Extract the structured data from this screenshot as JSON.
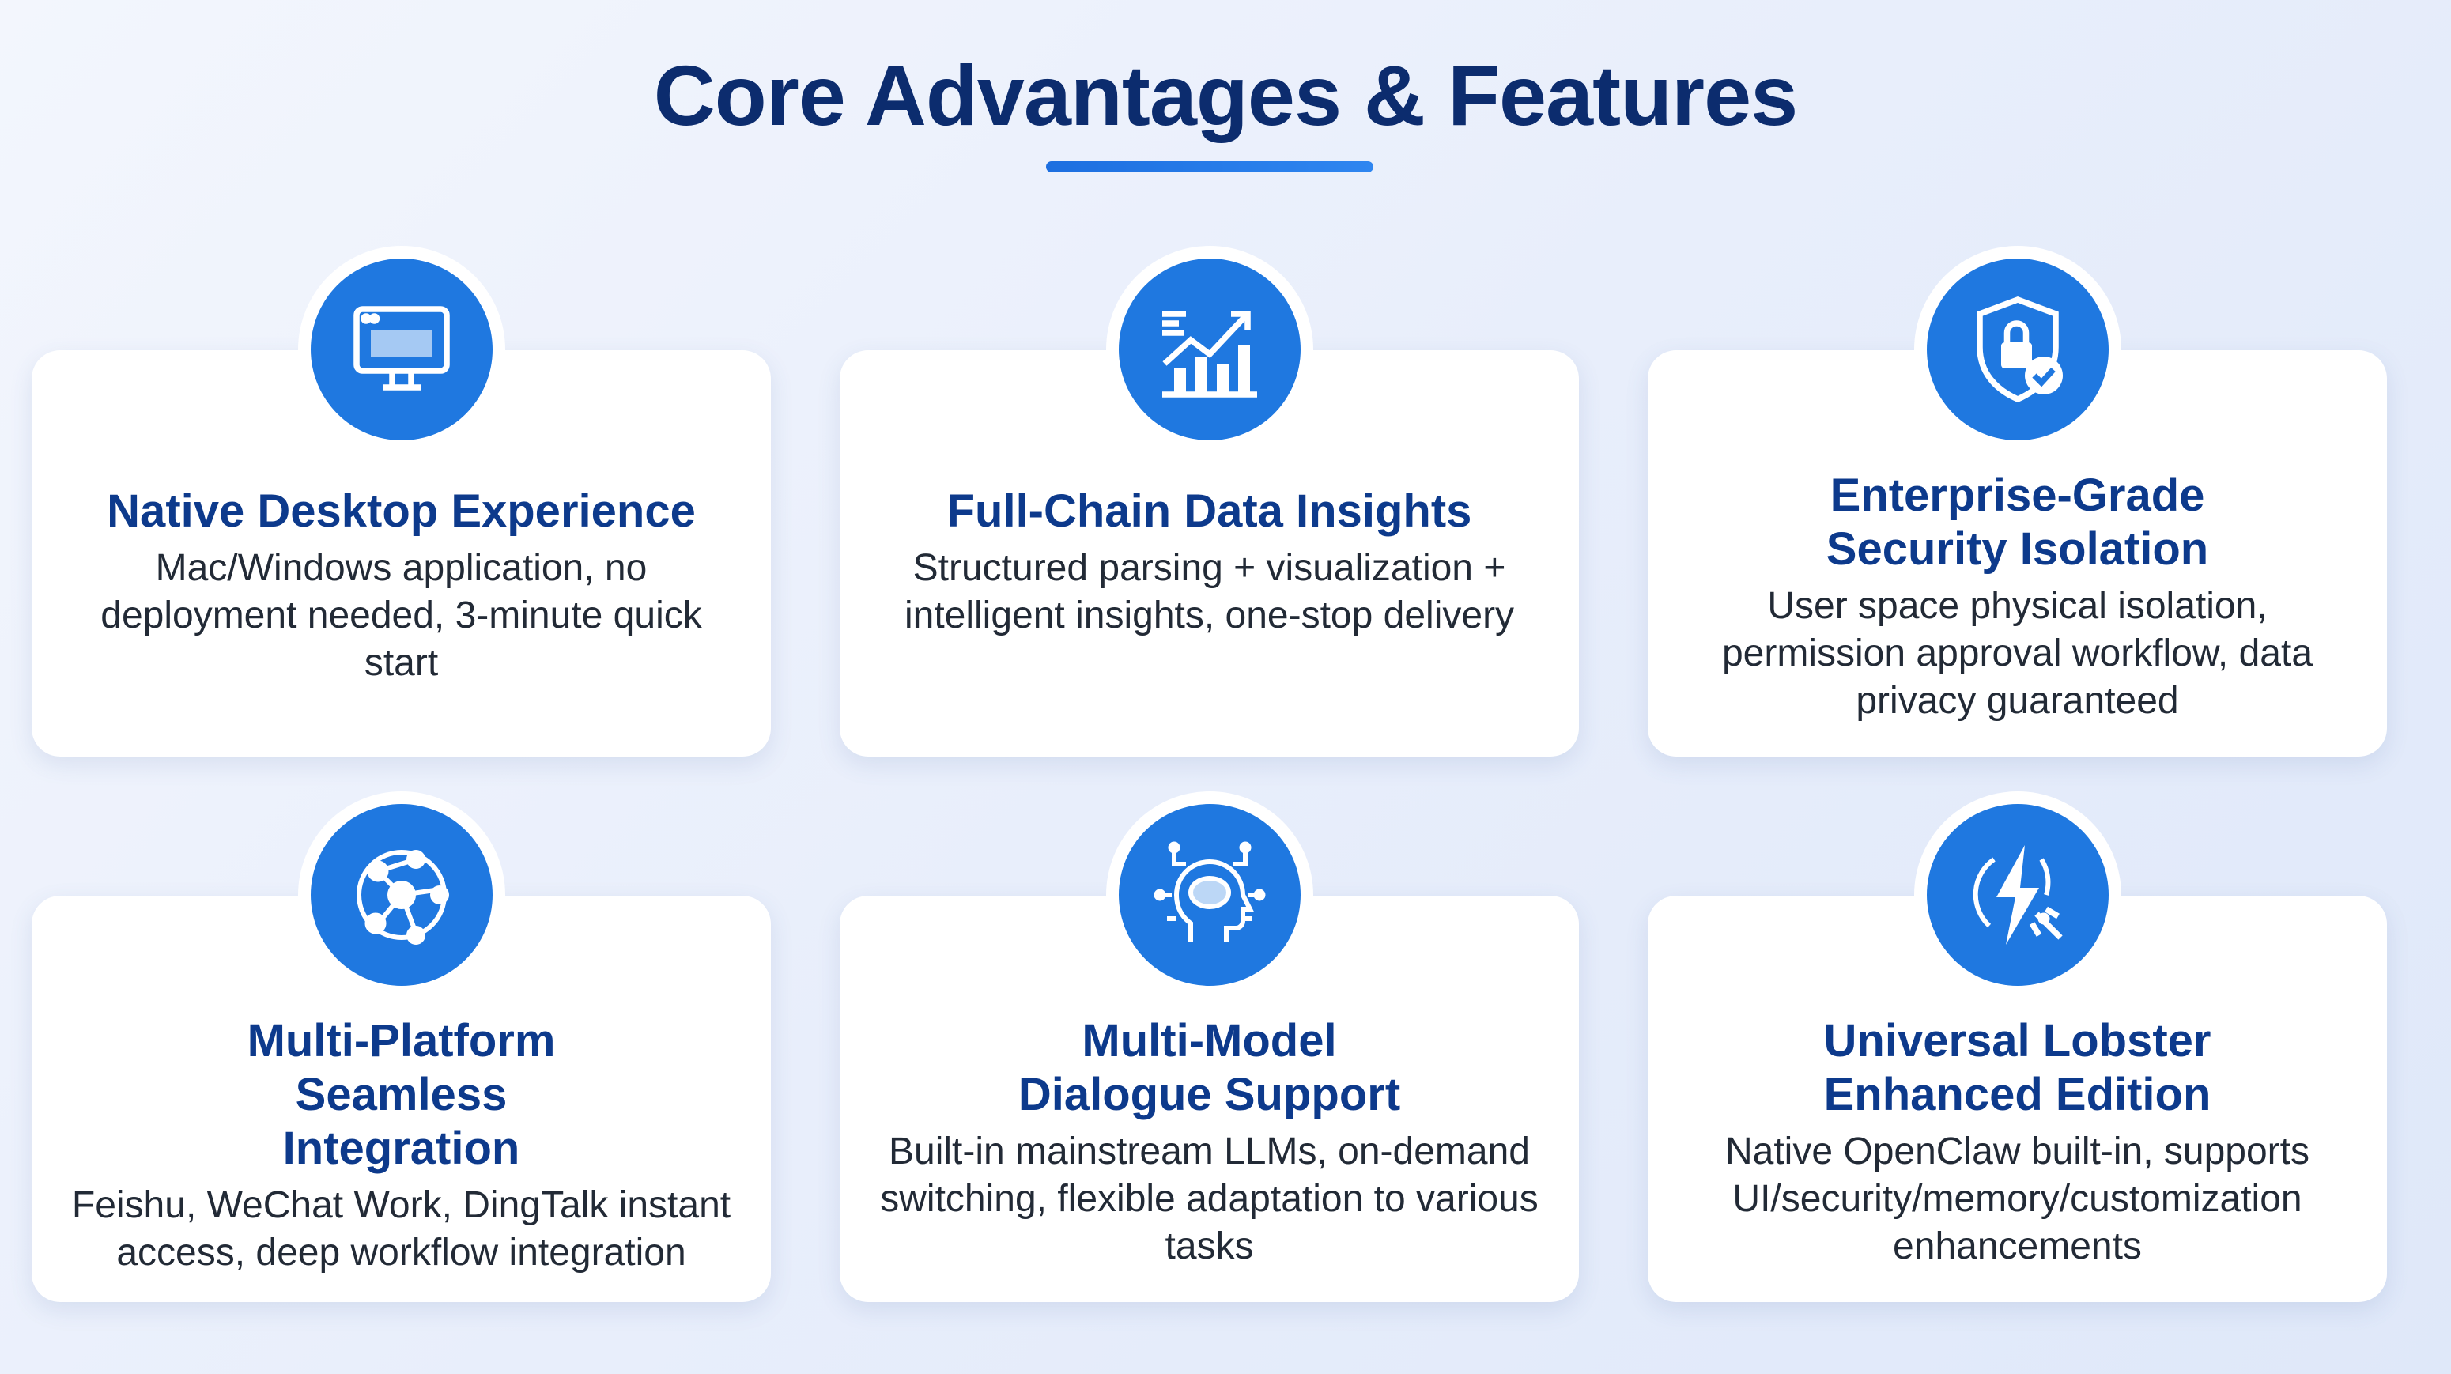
{
  "title": "Core Advantages & Features",
  "accent": "#1f78e0",
  "cards": [
    {
      "icon": "desktop-monitor-icon",
      "title": "Native Desktop Experience",
      "desc": "Mac/Windows application, no deployment needed, 3-minute quick start"
    },
    {
      "icon": "chart-growth-icon",
      "title": "Full-Chain Data Insights",
      "desc": "Structured parsing + visualization + intelligent insights, one-stop delivery"
    },
    {
      "icon": "shield-lock-icon",
      "title": "Enterprise-Grade Security Isolation",
      "desc": "User space physical isolation, permission approval workflow, data privacy guaranteed"
    },
    {
      "icon": "network-nodes-icon",
      "title": "Multi-Platform Seamless Integration",
      "desc": "Feishu, WeChat Work, DingTalk instant access, deep workflow integration"
    },
    {
      "icon": "ai-brain-head-icon",
      "title": "Multi-Model Dialogue Support",
      "desc": "Built-in mainstream LLMs, on-demand switching, flexible adaptation to various tasks"
    },
    {
      "icon": "lightning-lobster-icon",
      "title": "Universal Lobster Enhanced Edition",
      "desc": "Native OpenClaw built-in, supports UI/security/memory/customization enhancements"
    }
  ]
}
